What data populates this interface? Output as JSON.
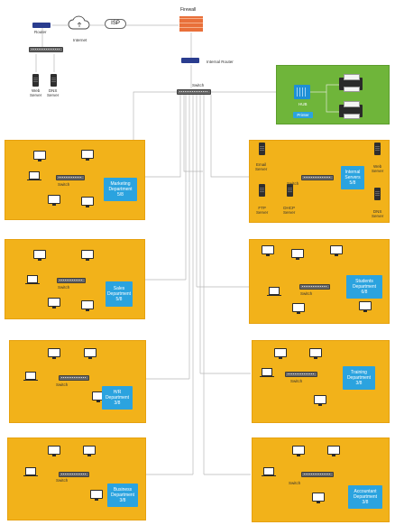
{
  "top": {
    "router_label": "Router",
    "internet_label": "Internet",
    "isp_label": "ISP",
    "firewall_label": "Firewall",
    "internal_router_label": "Internal Router",
    "web_server_label": "Web\nServer",
    "dns_server_label": "DNS\nServer",
    "main_switch_label": "Switch"
  },
  "printer_group": {
    "hub_label": "HUB",
    "printer_label": "Printer"
  },
  "departments": {
    "marketing": {
      "name": "Marketing\nDepartment\n5/8",
      "switch": "Switch"
    },
    "internal": {
      "name": "Internal\nServers\n5/8",
      "switch": "Switch",
      "email": "Email\nServer",
      "web": "Web\nServer",
      "ftp": "FTP\nServer",
      "dhcp": "DHCP\nServer",
      "dns": "DNS\nServer"
    },
    "sales": {
      "name": "Sales\nDepartment\n5/8",
      "switch": "Switch"
    },
    "students": {
      "name": "Students\nDepartment\n6/8",
      "switch": "Switch"
    },
    "hr": {
      "name": "H/R\nDepartment\n3/8",
      "switch": "Switch"
    },
    "training": {
      "name": "Training\nDepartment\n3/8",
      "switch": "Switch"
    },
    "business": {
      "name": "Business\nDepartment\n3/8",
      "switch": "Switch"
    },
    "accountant": {
      "name": "Accountant\nDepartment\n3/8",
      "switch": "Switch"
    }
  },
  "colors": {
    "department_fill": "#f2b21a",
    "printer_fill": "#6fb53a",
    "tag_fill": "#2ba3df",
    "firewall": "#e9703a"
  }
}
